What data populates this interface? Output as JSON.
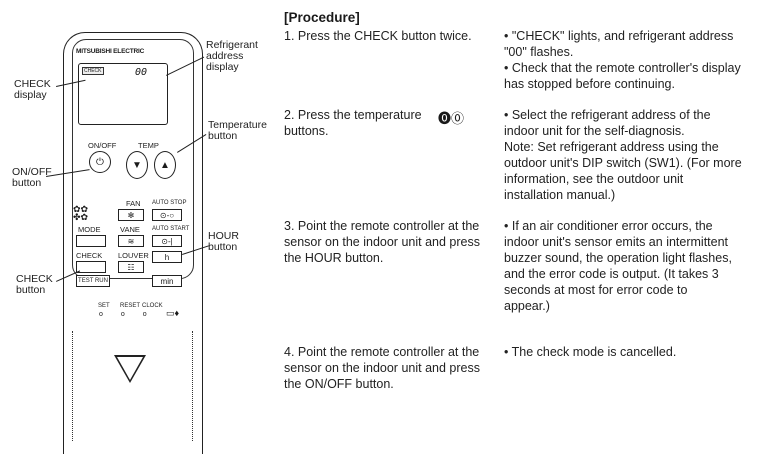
{
  "remote": {
    "brand": "MITSUBISHI ELECTRIC",
    "lcd_check": "CHECK",
    "lcd_digits": "00",
    "on_off": "ON/OFF",
    "temp": "TEMP",
    "fan": "FAN",
    "auto_stop": "AUTO STOP",
    "mode": "MODE",
    "vane": "VANE",
    "auto_start": "AUTO START",
    "check": "CHECK",
    "louver": "LOUVER",
    "h": "h",
    "test_run": "TEST RUN",
    "min": "min",
    "set": "SET",
    "reset": "RESET",
    "clock": "CLOCK"
  },
  "callouts": {
    "refrigerant": "Refrigerant address display",
    "check_display": "CHECK display",
    "temperature": "Temperature button",
    "on_off": "ON/OFF button",
    "hour": "HOUR button",
    "check_button": "CHECK button"
  },
  "procedure": {
    "heading": "[Procedure]",
    "steps": [
      {
        "text": "1. Press the CHECK button twice.",
        "result": [
          "• \"CHECK\" lights, and refrigerant address \"00\" flashes.",
          "• Check that the remote controller's display has stopped before continuing."
        ]
      },
      {
        "text": "2. Press the temperature buttons.",
        "result": [
          "• Select the refrigerant address of the indoor unit for the self-diagnosis.",
          "Note: Set refrigerant address using the outdoor unit's DIP switch (SW1). (For more information, see the outdoor unit installation manual.)"
        ]
      },
      {
        "text": "3. Point the remote controller at the sensor on the indoor unit and press the HOUR button.",
        "result": [
          "• If an air conditioner error occurs, the indoor unit's sensor emits an intermittent buzzer sound, the operation light flashes, and the error code is output. (It takes 3 seconds at most for error code to appear.)"
        ]
      },
      {
        "text": "4. Point the remote controller at the sensor on the indoor unit and press the ON/OFF button.",
        "result": [
          "• The check mode is cancelled."
        ]
      }
    ]
  }
}
